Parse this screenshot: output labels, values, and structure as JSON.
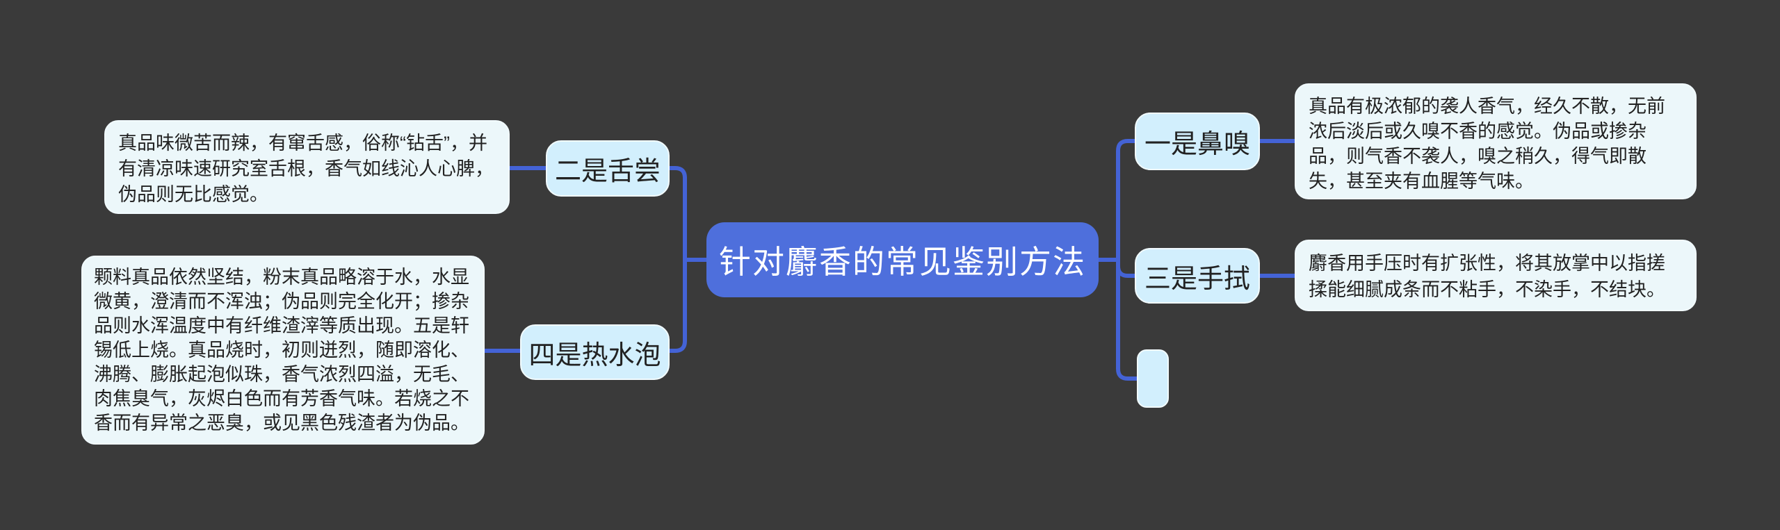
{
  "colors": {
    "canvas_bg": "#3a3a3a",
    "center_fill": "#4e6fdc",
    "center_text": "#ffffff",
    "branch_fill": "#d2effd",
    "leaf_fill": "#ecf7fa",
    "node_text": "#222222",
    "node_border": "#f2fbff",
    "line_color": "#4463d6"
  },
  "root": {
    "label": "针对麝香的常见鉴别方法"
  },
  "branches": [
    {
      "label": "一是鼻嗅",
      "detail": "真品有极浓郁的袭人香气，经久不散，无前浓后淡后或久嗅不香的感觉。伪品或掺杂品，则气香不袭人，嗅之稍久，得气即散失，甚至夹有血腥等气味。"
    },
    {
      "label": "二是舌尝",
      "detail": "真品味微苦而辣，有窜舌感，俗称“钻舌”，并有清凉味速研究室舌根，香气如线沁人心脾，伪品则无比感觉。"
    },
    {
      "label": "三是手拭",
      "detail": "麝香用手压时有扩张性，将其放掌中以指搓揉能细腻成条而不粘手，不染手，不结块。"
    },
    {
      "label": "四是热水泡",
      "detail": "颗料真品依然坚结，粉末真品略溶于水，水显微黄，澄清而不浑浊；伪品则完全化开；掺杂品则水浑温度中有纤维渣滓等质出现。五是轩锡低上烧。真品烧时，初则迸烈，随即溶化、沸腾、膨胀起泡似珠，香气浓烈四溢，无毛、肉焦臭气，灰烬白色而有芳香气味。若烧之不香而有异常之恶臭，或见黑色残渣者为伪品。"
    },
    {
      "label": ""
    }
  ]
}
